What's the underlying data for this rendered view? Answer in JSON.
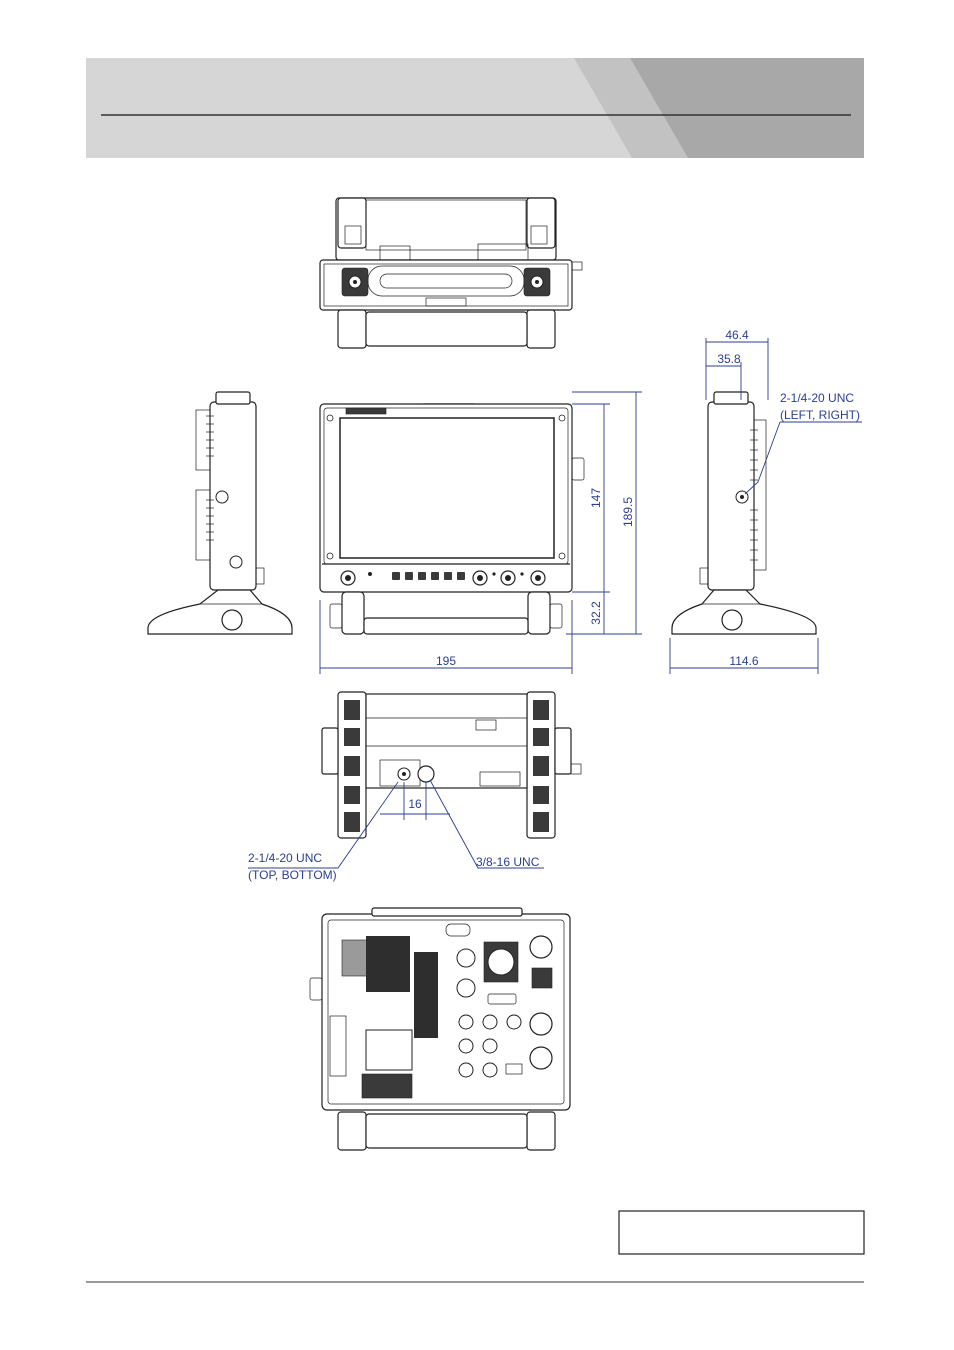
{
  "dimensions": {
    "top_depth_outer": "46.4",
    "top_depth_inner": "35.8",
    "height_screen": "147",
    "height_total": "189.5",
    "height_stand": "32.2",
    "width_front": "195",
    "width_side": "114.6",
    "bottom_spacing": "16"
  },
  "annotations": {
    "side_thread_line1": "2-1/4-20 UNC",
    "side_thread_line2": "(LEFT, RIGHT)",
    "bottom_thread_line1": "2-1/4-20 UNC",
    "bottom_thread_line2": "(TOP, BOTTOM)",
    "bottom_center_thread": "3/8-16 UNC"
  },
  "colors": {
    "dimension": "#2b3f8f",
    "header_light": "#d6d6d6",
    "header_mid": "#c2c2c2",
    "header_dark": "#a8a8a8",
    "line": "#222222"
  }
}
